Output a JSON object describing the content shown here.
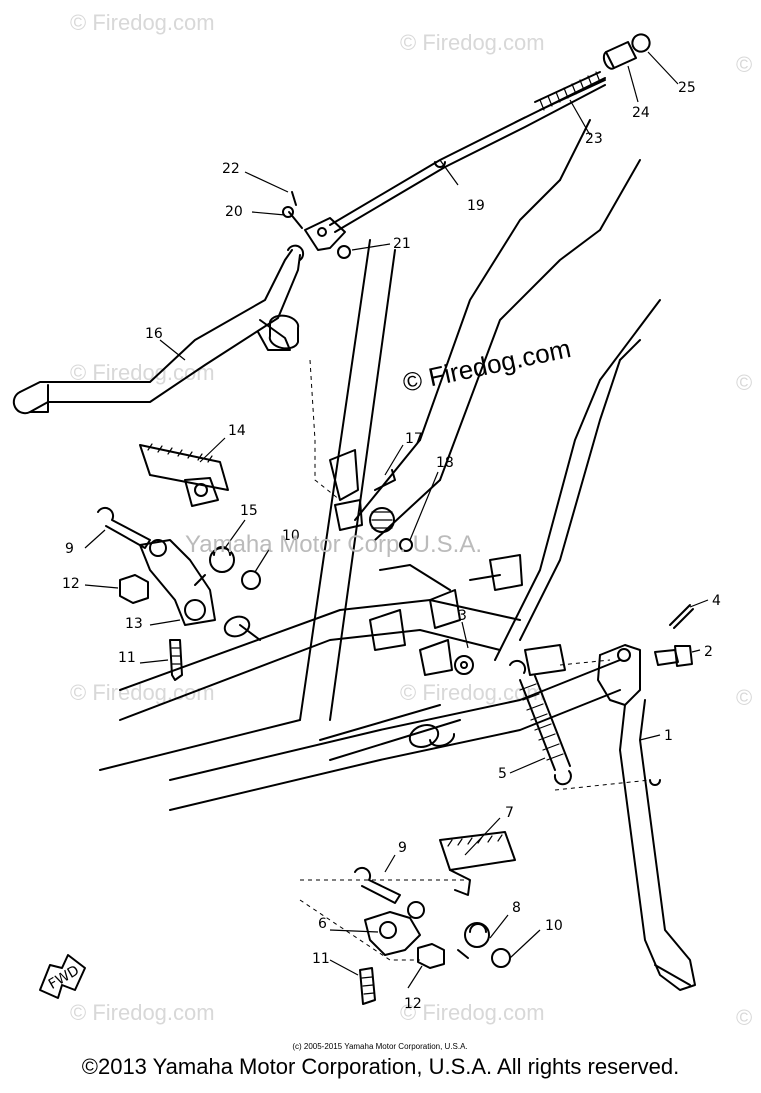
{
  "watermark": {
    "site": "© Firedog.com",
    "corner": "©",
    "overlay": "Yamaha Motor Corp. U.S.A."
  },
  "callouts": [
    "1",
    "2",
    "3",
    "4",
    "5",
    "6",
    "7",
    "8",
    "9",
    "10",
    "11",
    "12",
    "13",
    "14",
    "15",
    "16",
    "17",
    "18",
    "19",
    "20",
    "21",
    "22",
    "23",
    "24",
    "25"
  ],
  "fwd_label": "FWD",
  "small_copyright": "(c) 2005-2015 Yamaha Motor Corporation, U.S.A.",
  "footer_copyright": "©2013 Yamaha Motor Corporation, U.S.A. All rights reserved."
}
